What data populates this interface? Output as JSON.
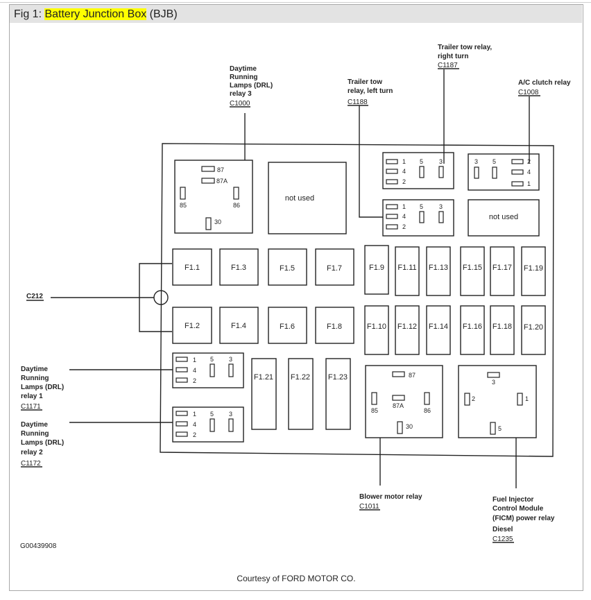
{
  "title": {
    "prefix": "Fig 1:",
    "highlight": "Battery Junction Box",
    "suffix": "(BJB)"
  },
  "callouts": {
    "drl3": {
      "lines": [
        "Daytime",
        "Running",
        "Lamps (DRL)",
        "relay 3"
      ],
      "conn": "C1000"
    },
    "ttl": {
      "lines": [
        "Trailer tow",
        "relay, left turn"
      ],
      "conn": "C1188"
    },
    "ttr": {
      "lines": [
        "Trailer tow relay,",
        "right turn"
      ],
      "conn": "C1187"
    },
    "ac": {
      "lines": [
        "A/C clutch relay"
      ],
      "conn": "C1008"
    },
    "c212": {
      "label": "C212"
    },
    "drl1": {
      "lines": [
        "Daytime",
        "Running",
        "Lamps (DRL)",
        "relay 1"
      ],
      "conn": "C1171"
    },
    "drl2": {
      "lines": [
        "Daytime",
        "Running",
        "Lamps (DRL)",
        "relay 2"
      ],
      "conn": "C1172"
    },
    "blower": {
      "lines": [
        "Blower motor relay"
      ],
      "conn": "C1011"
    },
    "ficm": {
      "lines": [
        "Fuel Injector",
        "Control Module",
        "(FICM) power relay",
        "Diesel"
      ],
      "conn": "C1235"
    }
  },
  "not_used_1": "not used",
  "not_used_2": "not used",
  "relay_pins": {
    "p87": "87",
    "p87a": "87A",
    "p85": "85",
    "p86": "86",
    "p30": "30",
    "p1": "1",
    "p2": "2",
    "p3": "3",
    "p4": "4",
    "p5": "5"
  },
  "fuses": {
    "f11": "F1.1",
    "f12": "F1.2",
    "f13": "F1.3",
    "f14": "F1.4",
    "f15": "F1.5",
    "f16": "F1.6",
    "f17": "F1.7",
    "f18": "F1.8",
    "f19": "F1.9",
    "f110": "F1.10",
    "f111": "F1.11",
    "f112": "F1.12",
    "f113": "F1.13",
    "f114": "F1.14",
    "f115": "F1.15",
    "f116": "F1.16",
    "f117": "F1.17",
    "f118": "F1.18",
    "f119": "F1.19",
    "f120": "F1.20",
    "f121": "F1.21",
    "f122": "F1.22",
    "f123": "F1.23"
  },
  "figure_id": "G00439908",
  "courtesy": "Courtesy of FORD MOTOR CO."
}
